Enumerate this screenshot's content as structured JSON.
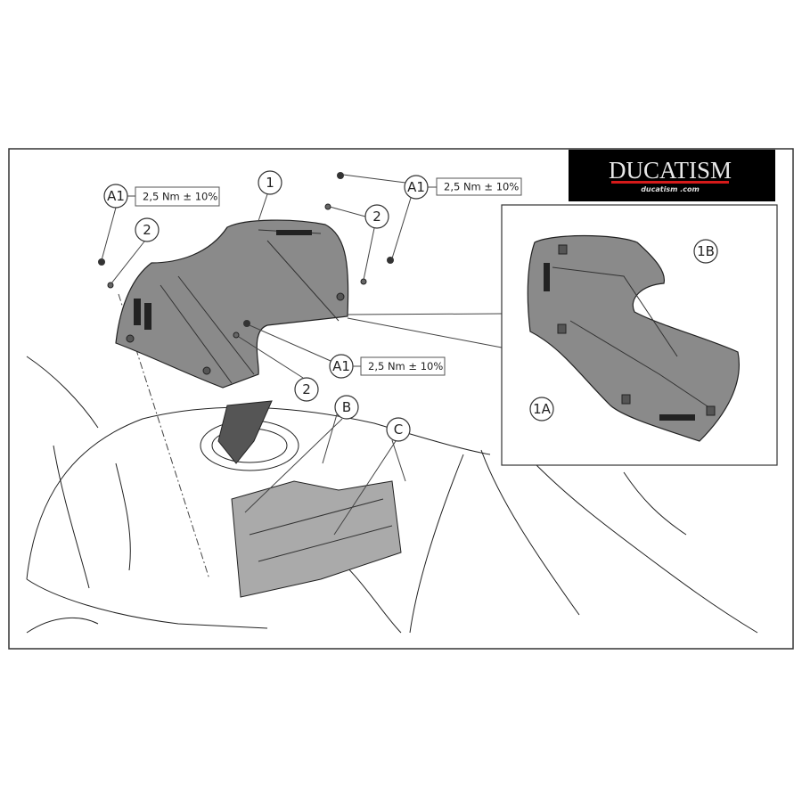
{
  "logo": {
    "brand": "DUCATISM",
    "url_text": "ducatism .com",
    "background": "#000000",
    "accent": "#d51a1a"
  },
  "torque_spec": "2,5 Nm ± 10%",
  "callouts": {
    "part_1": "1",
    "washer_2": "2",
    "screw_a1": "A1",
    "point_b": "B",
    "point_c": "C",
    "tab_1a": "1A",
    "tab_1b": "1B"
  }
}
